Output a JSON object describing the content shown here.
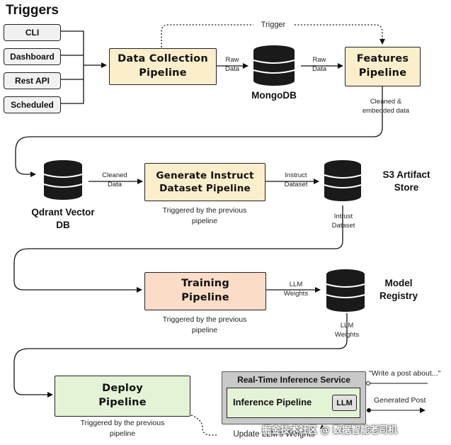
{
  "title": "Triggers",
  "triggers": [
    "CLI",
    "Dashboard",
    "Rest API",
    "Scheduled"
  ],
  "pipelines": {
    "data_collection": "Data Collection Pipeline",
    "features": "Features Pipeline",
    "instruct": "Generate Instruct Dataset Pipeline",
    "training": "Training Pipeline",
    "deploy": "Deploy Pipeline"
  },
  "stores": {
    "mongodb": "MongoDB",
    "qdrant": "Qdrant Vector DB",
    "s3": "S3 Artifact Store",
    "registry": "Model Registry"
  },
  "labels": {
    "trigger": "Trigger",
    "raw_data_1": "Raw Data",
    "raw_data_2": "Raw Data",
    "cleaned_embedded": "Cleaned & embedded data",
    "cleaned_data": "Cleaned Data",
    "instruct_dataset": "Instruct Dataset",
    "intrust_dataset": "Intrust Dataset",
    "llm_weights_1": "LLM Weights",
    "llm_weights_2": "LLM Weights",
    "update_weights": "Update LLM's Weights",
    "triggered_1": "Triggered by the previous pipeline",
    "triggered_2": "Triggered by the previous pipeline",
    "triggered_3": "Triggered by the previous pipeline"
  },
  "inference": {
    "service_title": "Real-Time Inference Service",
    "pipeline_label": "Inference Pipeline",
    "llm_chip": "LLM",
    "prompt": "\"Write a post about...\"",
    "output": "Generated Post"
  },
  "watermark": "掘金技术社区 @ 数据智能老司机",
  "colors": {
    "yellow": "#fbeecb",
    "orange": "#fbdcc6",
    "green": "#e3f4d6",
    "grey": "#c9c9c9",
    "db_dark": "#1a1a1a"
  }
}
